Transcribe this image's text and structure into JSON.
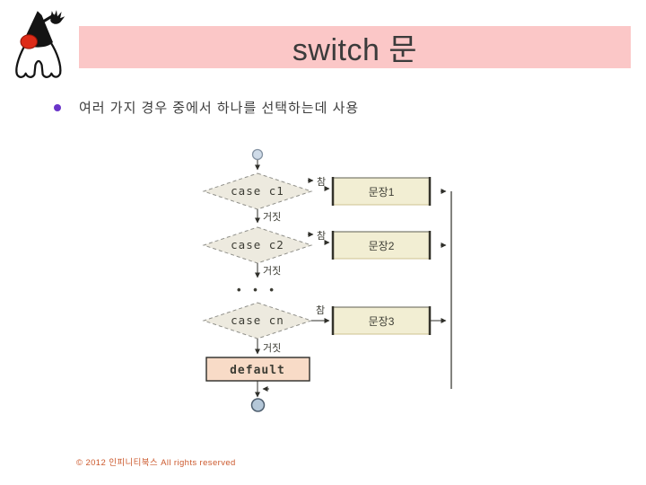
{
  "header": {
    "title": "switch 문",
    "logo_icon": "java-duke-mascot"
  },
  "bullet": {
    "text": "여러 가지 경우 중에서 하나를 선택하는데 사용"
  },
  "flowchart": {
    "rows": [
      {
        "condition": "case c1",
        "true_label": "참",
        "false_label": "거짓",
        "action": "문장1"
      },
      {
        "condition": "case c2",
        "true_label": "참",
        "false_label": "거짓",
        "action": "문장2"
      },
      {
        "condition": "case cn",
        "true_label": "참",
        "false_label": "거짓",
        "action": "문장3"
      }
    ],
    "ellipsis": "• • •",
    "default_label": "default"
  },
  "footer": {
    "copyright": "© 2012 인피니티북스  All rights reserved"
  },
  "colors": {
    "banner_bg": "#fbc7c7",
    "bullet_dot": "#6a35c9",
    "diamond_fill": "#edeadf",
    "action_box_fill": "#f2eed3",
    "default_box_fill": "#f8dbc7",
    "start_terminal_fill": "#cfdbe8",
    "end_terminal_fill": "#b4c7d8",
    "footer_text": "#cc5a2e"
  }
}
